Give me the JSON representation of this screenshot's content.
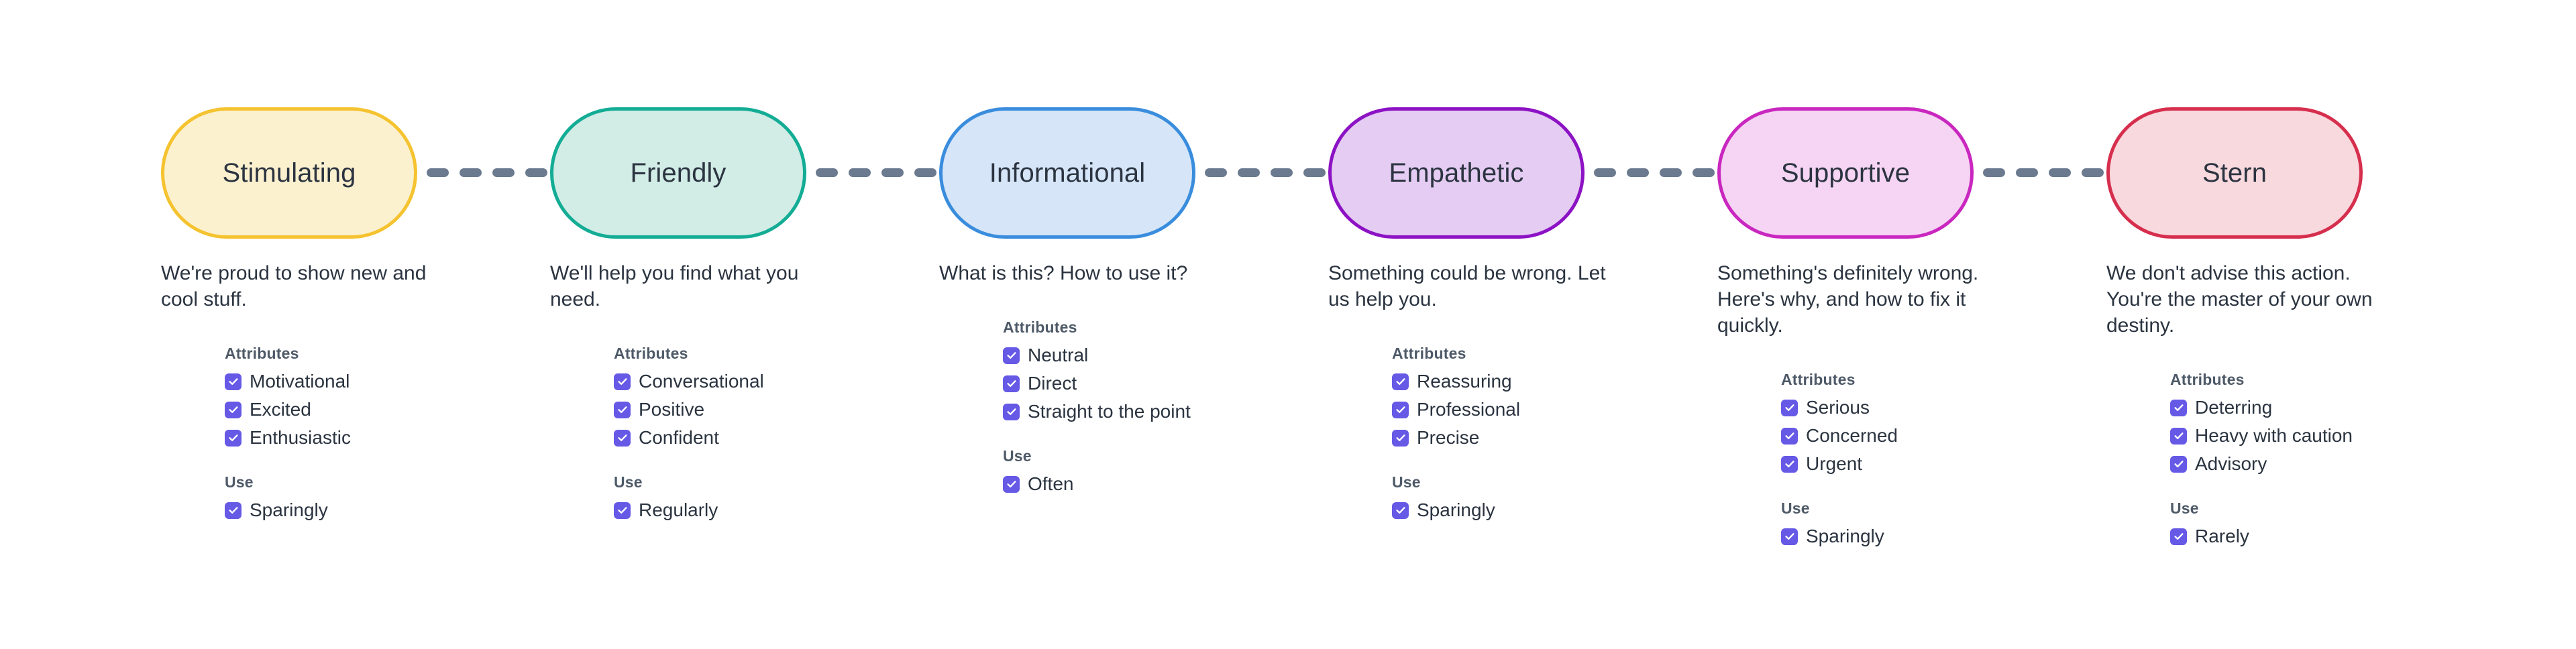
{
  "theme": {
    "background": "#ffffff",
    "text_color": "#2b3440",
    "muted_label_color": "#4e5a68",
    "checkbox_color": "#6659e6",
    "connector_color": "#6b7a8f"
  },
  "group_labels": {
    "attributes": "Attributes",
    "use": "Use"
  },
  "connector": {
    "dash_count": 4,
    "style": "dashed"
  },
  "stages": [
    {
      "name": "Stimulating",
      "fill": "#fcf1cf",
      "stroke": "#f5c330",
      "description": "We're proud to show new and cool stuff.",
      "attributes": [
        "Motivational",
        "Excited",
        "Enthusiastic"
      ],
      "use": [
        "Sparingly"
      ]
    },
    {
      "name": "Friendly",
      "fill": "#d2ece6",
      "stroke": "#13ac95",
      "description": "We'll help you find what you need.",
      "attributes": [
        "Conversational",
        "Positive",
        "Confident"
      ],
      "use": [
        "Regularly"
      ]
    },
    {
      "name": "Informational",
      "fill": "#d6e6f8",
      "stroke": "#3a8ddd",
      "description": "What is this? How to use it?",
      "attributes": [
        "Neutral",
        "Direct",
        "Straight to the point"
      ],
      "use": [
        "Often"
      ]
    },
    {
      "name": "Empathetic",
      "fill": "#e5ccf2",
      "stroke": "#8c12c4",
      "description": "Something could be wrong. Let us help you.",
      "attributes": [
        "Reassuring",
        "Professional",
        "Precise"
      ],
      "use": [
        "Sparingly"
      ]
    },
    {
      "name": "Supportive",
      "fill": "#f5d5f3",
      "stroke": "#c927bf",
      "description": "Something's definitely wrong. Here's why, and how to fix it quickly.",
      "attributes": [
        "Serious",
        "Concerned",
        "Urgent"
      ],
      "use": [
        "Sparingly"
      ]
    },
    {
      "name": "Stern",
      "fill": "#f8d9de",
      "stroke": "#d62f4e",
      "description": "We don't advise this action. You're the master of your own destiny.",
      "attributes": [
        "Deterring",
        "Heavy with caution",
        "Advisory"
      ],
      "use": [
        "Rarely"
      ]
    }
  ]
}
